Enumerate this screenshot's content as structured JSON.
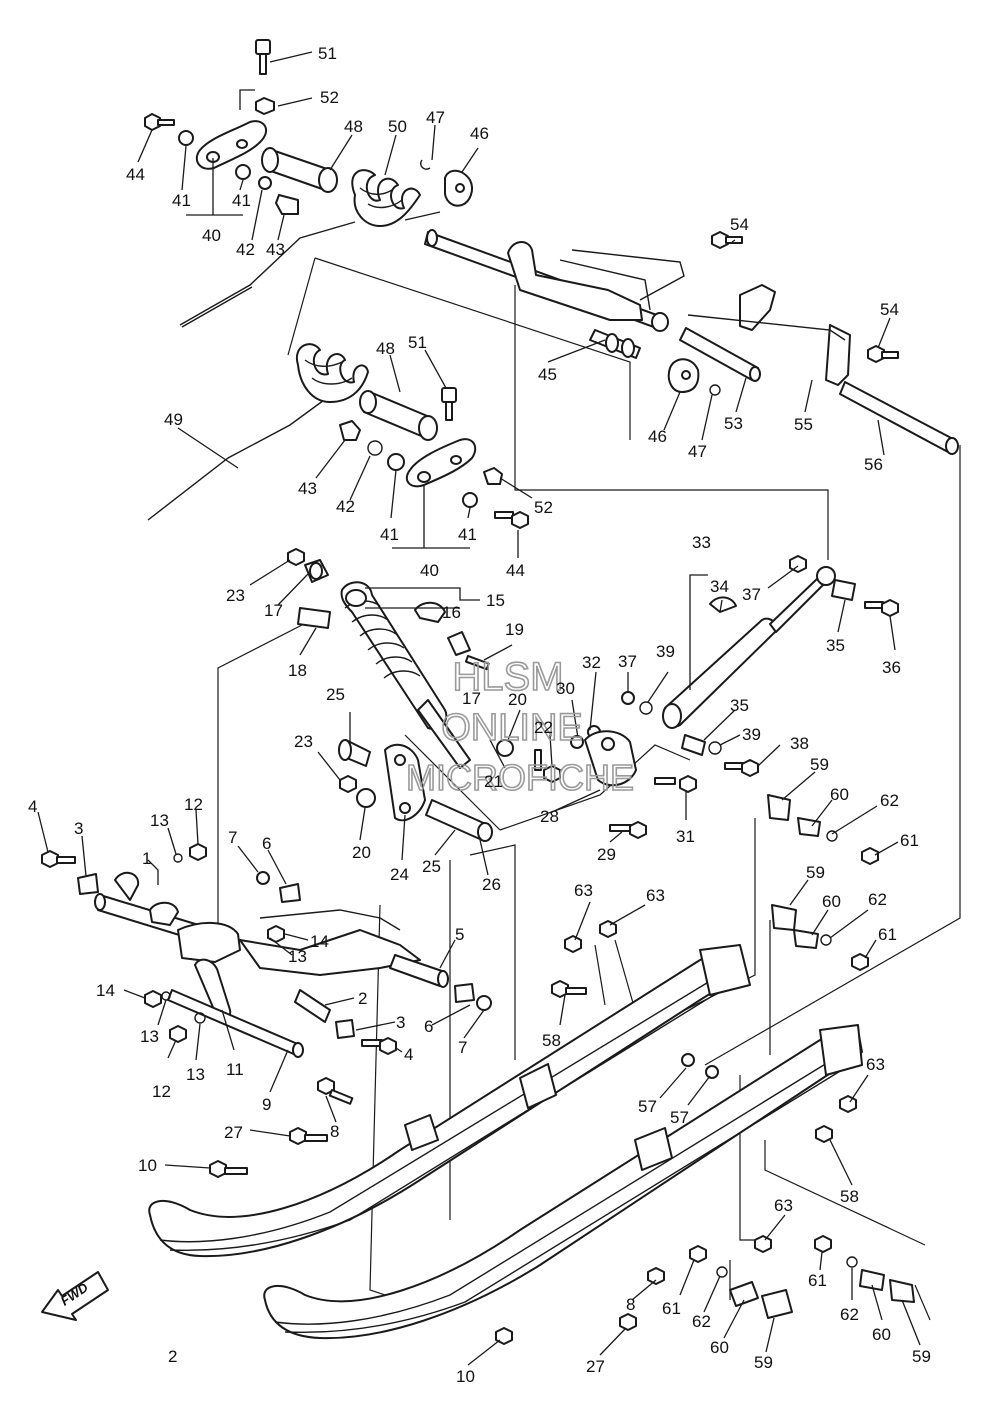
{
  "watermark": {
    "line1": "HLSM",
    "line2": "ONLINE",
    "line3": "MICROFICHE"
  },
  "direction_marker": {
    "label": "FWD"
  },
  "page_mark": "2",
  "callout_labels": {
    "p1": "1",
    "p2": "2",
    "p3": "3",
    "p4": "4",
    "p5": "5",
    "p6": "6",
    "p7": "7",
    "p8": "8",
    "p9": "9",
    "p10": "10",
    "p11": "11",
    "p12": "12",
    "p13": "13",
    "p14": "14",
    "p15": "15",
    "p16": "16",
    "p17": "17",
    "p18": "18",
    "p19": "19",
    "p20": "20",
    "p21": "21",
    "p22": "22",
    "p23": "23",
    "p24": "24",
    "p25": "25",
    "p26": "26",
    "p27": "27",
    "p28": "28",
    "p29": "29",
    "p30": "30",
    "p31": "31",
    "p32": "32",
    "p33": "33",
    "p34": "34",
    "p35": "35",
    "p36": "36",
    "p37": "37",
    "p38": "38",
    "p39": "39",
    "p40": "40",
    "p41": "41",
    "p42": "42",
    "p43": "43",
    "p44": "44",
    "p45": "45",
    "p46": "46",
    "p47": "47",
    "p48": "48",
    "p49": "49",
    "p50": "50",
    "p51": "51",
    "p52": "52",
    "p53": "53",
    "p54": "54",
    "p55": "55",
    "p56": "56",
    "p57": "57",
    "p58": "58",
    "p59": "59",
    "p60": "60",
    "p61": "61",
    "p62": "62",
    "p63": "63"
  }
}
